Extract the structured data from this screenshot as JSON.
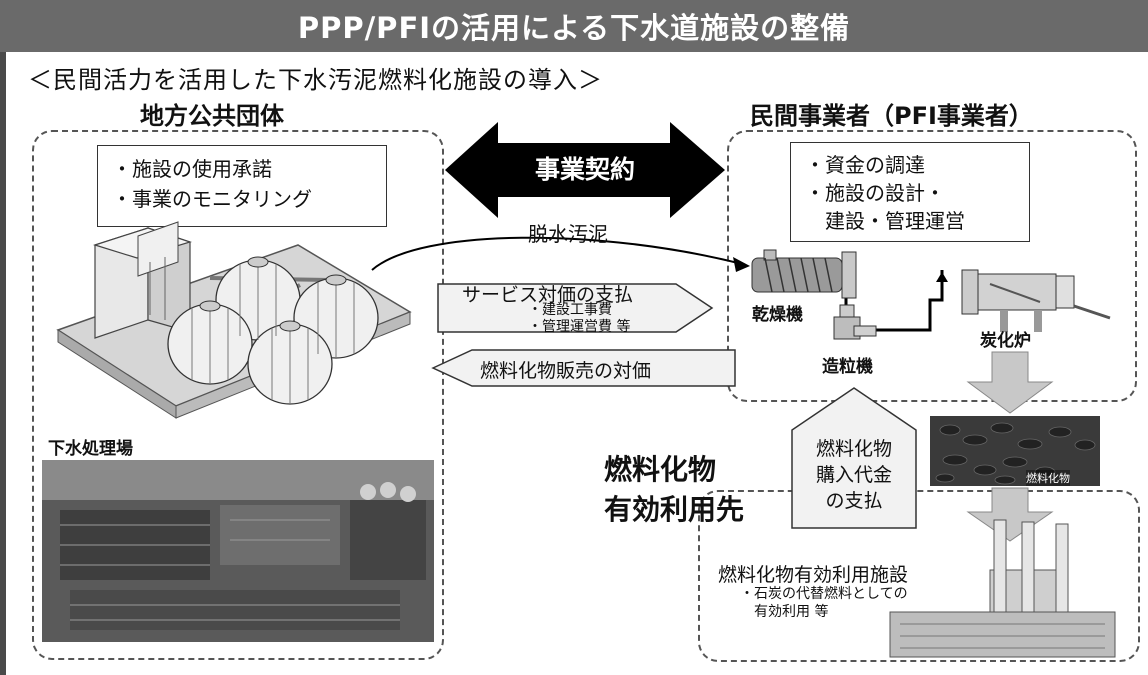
{
  "title": "PPP/PFIの活用による下水道施設の整備",
  "subtitle": "＜民間活力を活用した下水汚泥燃料化施設の導入＞",
  "left_party": {
    "heading": "地方公共団体",
    "roles": [
      "・施設の使用承諾",
      "・事業のモニタリング"
    ],
    "photo_label": "下水処理場"
  },
  "right_party": {
    "heading": "民間事業者（PFI事業者）",
    "roles": [
      "・資金の調達",
      "・施設の設計・",
      "　建設・管理運営"
    ]
  },
  "contract": {
    "label": "事業契約"
  },
  "flows": {
    "sludge": "脱水汚泥",
    "service_payment": {
      "title": "サービス対価の支払",
      "items": [
        "・建設工事費",
        "・管理運営費 等"
      ]
    },
    "fuel_sale": "燃料化物販売の対価",
    "fuel_purchase": [
      "燃料化物",
      "購入代金",
      "の支払"
    ]
  },
  "equipment": {
    "dryer": "乾燥機",
    "granulator": "造粒機",
    "carbonizer": "炭化炉",
    "fuel_product": "燃料化物"
  },
  "destination": {
    "heading": [
      "燃料化物",
      "有効利用先"
    ],
    "facility_title": "燃料化物有効利用施設",
    "facility_items": [
      "・石炭の代替燃料としての",
      "　有効利用 等"
    ]
  }
}
